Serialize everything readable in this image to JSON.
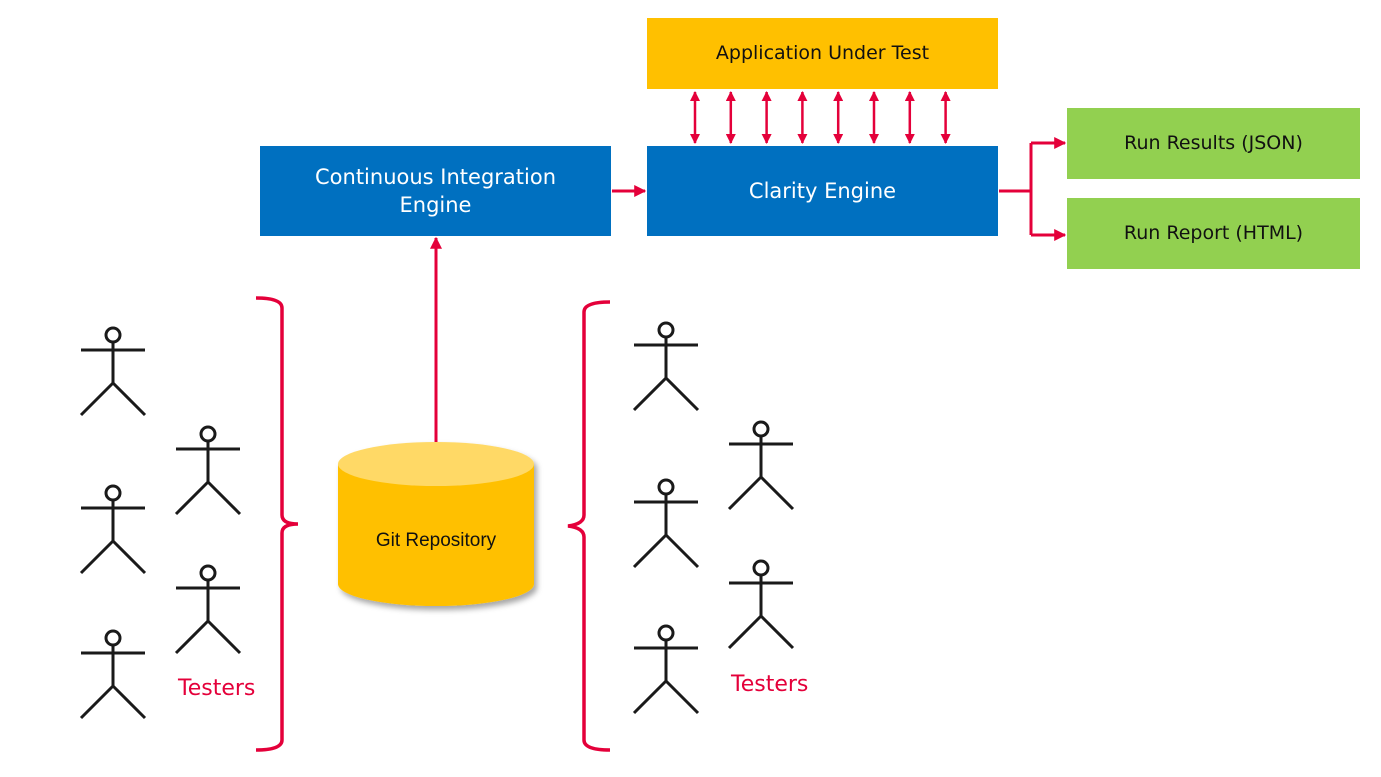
{
  "diagram": {
    "application_under_test": "Application Under Test",
    "ci_engine": {
      "line1": "Continuous Integration",
      "line2": "Engine"
    },
    "clarity_engine": "Clarity Engine",
    "run_results": "Run Results (JSON)",
    "run_report": "Run Report (HTML)",
    "git_repository": "Git Repository",
    "testers_left": "Testers",
    "testers_right": "Testers",
    "bidirectional_arrow_count": 8,
    "colors": {
      "aut": "#FFC000",
      "engine": "#0070C0",
      "output": "#92D050",
      "arrow": "#E4003A",
      "git": "#FFC000",
      "git_top": "#FFD966",
      "figure": "#1a1a1a"
    },
    "edges": [
      {
        "from": "Git Repository",
        "to": "Continuous Integration Engine"
      },
      {
        "from": "Continuous Integration Engine",
        "to": "Clarity Engine"
      },
      {
        "from": "Clarity Engine",
        "to": "Application Under Test",
        "bidirectional": true
      },
      {
        "from": "Clarity Engine",
        "to": "Run Results (JSON)"
      },
      {
        "from": "Clarity Engine",
        "to": "Run Report (HTML)"
      },
      {
        "from": "Testers (left group)",
        "to": "Git Repository"
      },
      {
        "from": "Testers (right group)",
        "to": "Git Repository"
      }
    ],
    "testers_left_count": 5,
    "testers_right_count": 5
  }
}
